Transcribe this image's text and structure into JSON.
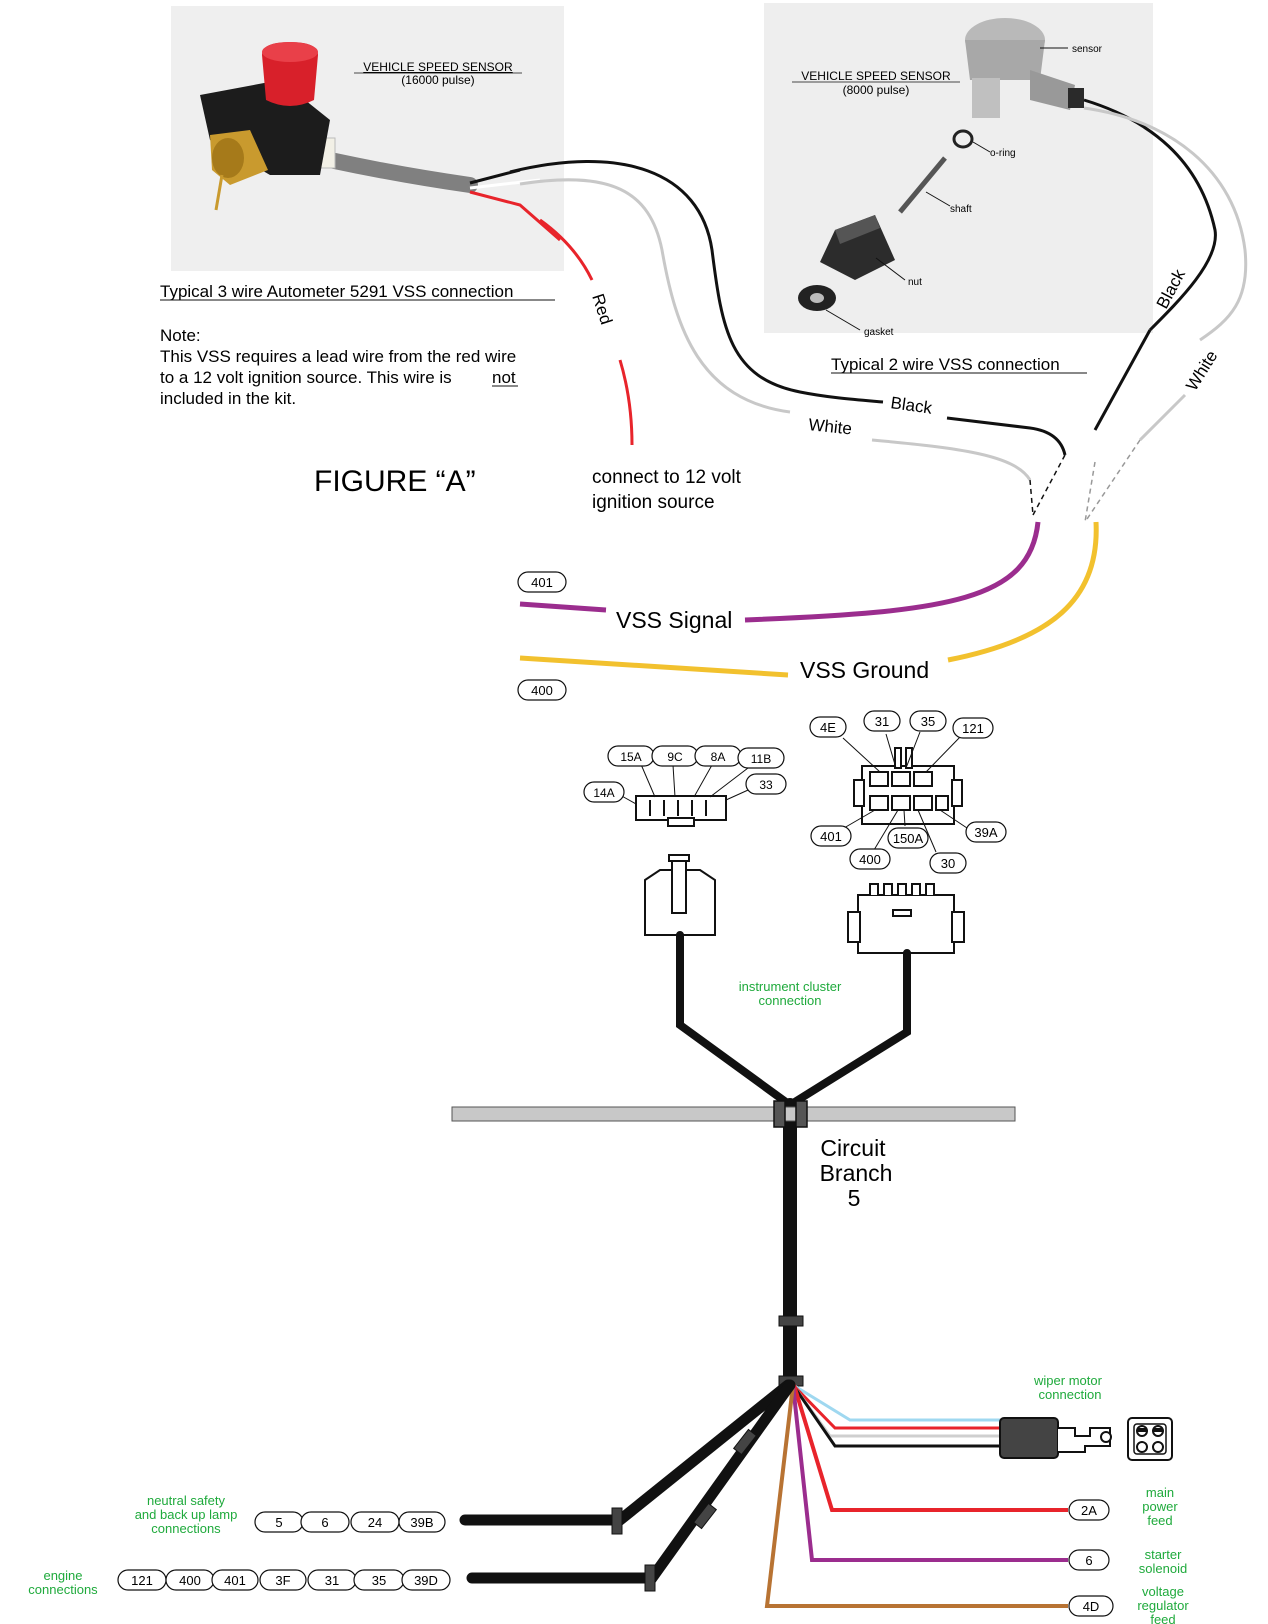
{
  "figure_title": "FIGURE “A”",
  "sensor_16000": {
    "title": "VEHICLE SPEED SENSOR",
    "subtitle": "(16000 pulse)",
    "caption": "Typical 3 wire Autometer 5291 VSS connection",
    "note_heading": "Note:",
    "note_line1": "This VSS requires a lead wire from the red wire",
    "note_line2": "to a 12 volt ignition source. This wire is",
    "note_not": "not",
    "note_line3": "included in the kit."
  },
  "sensor_8000": {
    "title": "VEHICLE SPEED SENSOR",
    "subtitle": "(8000 pulse)",
    "caption": "Typical 2 wire VSS connection",
    "parts": [
      "sensor",
      "o-ring",
      "shaft",
      "nut",
      "gasket"
    ]
  },
  "wire_labels": {
    "red": "Red",
    "black_left": "Black",
    "white_left": "White",
    "black_right": "Black",
    "white_right": "White",
    "ignition_line1": "connect to 12 volt",
    "ignition_line2": "ignition source",
    "vss_signal": "VSS Signal",
    "vss_ground": "VSS Ground"
  },
  "wire_tags": {
    "signal": "401",
    "ground": "400"
  },
  "connector_small_pins": [
    "15A",
    "9C",
    "8A",
    "11B",
    "14A",
    "33"
  ],
  "connector_large_pins": [
    "4E",
    "31",
    "35",
    "121",
    "401",
    "150A",
    "39A",
    "400",
    "30"
  ],
  "cluster_label_line1": "instrument cluster",
  "cluster_label_line2": "connection",
  "branch_label": [
    "Circuit",
    "Branch",
    "5"
  ],
  "wiper_label_line1": "wiper motor",
  "wiper_label_line2": "connection",
  "outputs": [
    {
      "tag": "2A",
      "label": [
        "main",
        "power",
        "feed"
      ],
      "color": "#e8242b"
    },
    {
      "tag": "6",
      "label": [
        "starter",
        "solenoid"
      ],
      "color": "#9b2d8e"
    },
    {
      "tag": "4D",
      "label": [
        "voltage",
        "regulator",
        "feed"
      ],
      "color": "#b87333"
    }
  ],
  "neutral_label": [
    "neutral safety",
    "and back up lamp",
    "connections"
  ],
  "neutral_tags": [
    "5",
    "6",
    "24",
    "39B"
  ],
  "engine_label": [
    "engine",
    "connections"
  ],
  "engine_tags": [
    "121",
    "400",
    "401",
    "3F",
    "31",
    "35",
    "39D"
  ],
  "colors": {
    "red": "#e8242b",
    "purple": "#9b2d8e",
    "yellow": "#f2c12e",
    "gray": "#c8c8c8",
    "black": "#111111",
    "brown": "#b87333",
    "light_blue": "#9fd8f0",
    "label_green": "#1faa3c"
  }
}
